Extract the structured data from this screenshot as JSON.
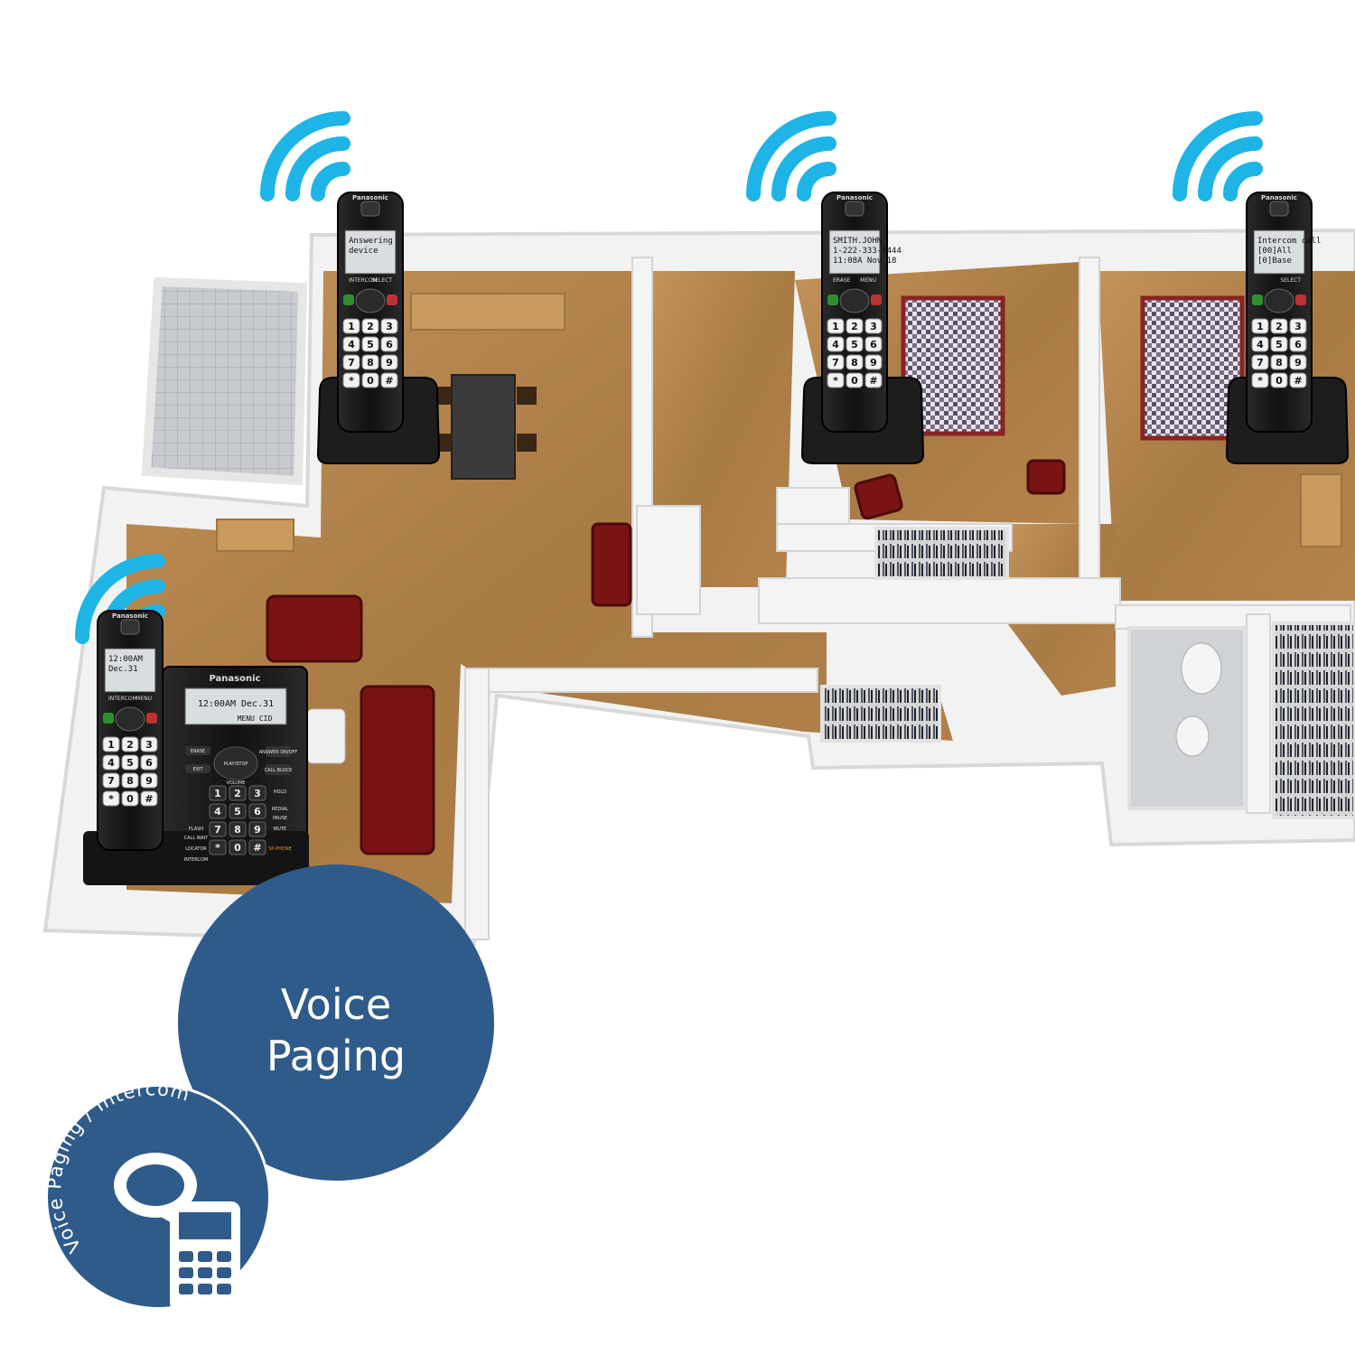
{
  "brand": "Panasonic",
  "caption": {
    "line1": "Voice",
    "line2": "Paging"
  },
  "badge": {
    "arc_text": "Voice Paging / Intercom"
  },
  "colors": {
    "wifi": "#1eb4e6",
    "badge_blue": "#2f5b8a",
    "floor_wood": "#b98a4e",
    "wall": "#efefef",
    "phone_black": "#1a1a1a",
    "lcd": "#d8dde0",
    "sofa_red": "#7a1414"
  },
  "handsets": [
    {
      "id": "handset-1",
      "lines": [
        "Answering",
        "device"
      ],
      "softkeys": [
        "INTERCOM",
        "SELECT"
      ]
    },
    {
      "id": "handset-2",
      "lines": [
        "SMITH.JOHN",
        "1-222-333-4444",
        "11:08A Nov.18"
      ],
      "softkeys": [
        "ERASE",
        "MENU"
      ]
    },
    {
      "id": "handset-3",
      "lines": [
        "Intercom call",
        "[00]All",
        "[0]Base"
      ],
      "softkeys": [
        "",
        "SELECT"
      ]
    },
    {
      "id": "handset-base",
      "lines": [
        "12:00AM",
        "Dec.31"
      ],
      "softkeys": [
        "INTERCOM",
        "MENU"
      ]
    }
  ],
  "base_station": {
    "display": "12:00AM Dec.31",
    "display_keys": "MENU CID",
    "buttons": {
      "erase": "ERASE",
      "exit": "EXIT",
      "play_stop": "PLAY/STOP",
      "answer": "ANSWER ON/OFF",
      "call_block": "CALL BLOCK",
      "volume": "VOLUME",
      "hold": "HOLD",
      "redial": "REDIAL",
      "pause": "PAUSE",
      "flash": "FLASH",
      "call_wait": "CALL WAIT",
      "mute": "MUTE",
      "locator": "LOCATOR",
      "intercom": "INTERCOM",
      "sp_phone": "SP-PHONE"
    }
  },
  "keypad": [
    "1",
    "2",
    "3",
    "4",
    "5",
    "6",
    "7",
    "8",
    "9",
    "*",
    "0",
    "#"
  ]
}
